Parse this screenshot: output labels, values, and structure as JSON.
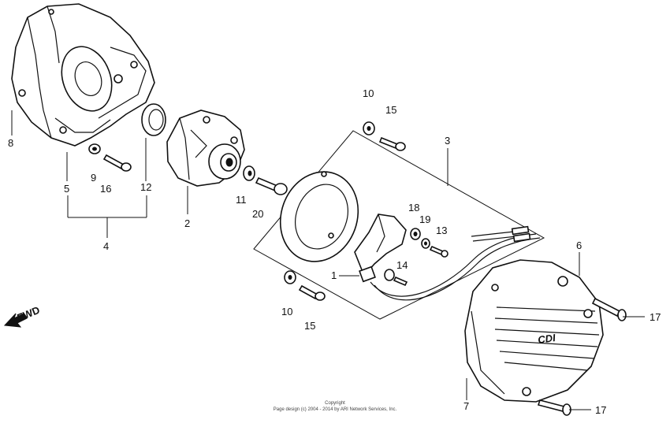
{
  "diagram": {
    "fwd_label": "FWD",
    "cover_marking": "CDI",
    "copyright_line1": "Copyright",
    "copyright_line2": "Page design (c) 2004 - 2014 by ARI Network Services, Inc.",
    "callouts": [
      "1",
      "2",
      "3",
      "4",
      "5",
      "6",
      "7",
      "8",
      "9",
      "10",
      "10",
      "11",
      "12",
      "13",
      "14",
      "15",
      "15",
      "16",
      "17",
      "17",
      "18",
      "19",
      "20"
    ]
  }
}
